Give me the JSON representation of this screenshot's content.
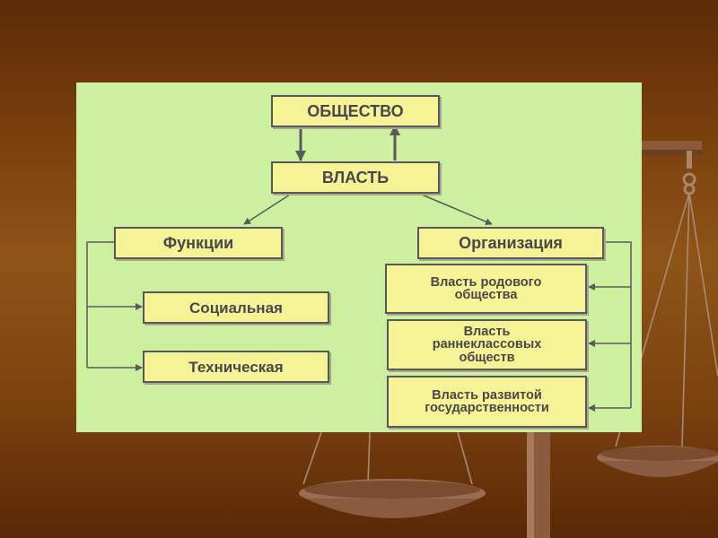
{
  "diagram": {
    "top": {
      "label": "ОБЩЕСТВО"
    },
    "power": {
      "label": "ВЛАСТЬ"
    },
    "functions": {
      "label": "Функции",
      "items": [
        "Социальная",
        "Техническая"
      ]
    },
    "organization": {
      "label": "Организация",
      "items": [
        "Власть родового общества",
        "Власть раннеклассовых обществ",
        "Власть развитой государственности"
      ]
    }
  },
  "colors": {
    "background": "#7a3f0e",
    "panel": "#ccf0a0",
    "box_fill": "#f6f296",
    "box_border": "#58585a",
    "text": "#48484a"
  }
}
